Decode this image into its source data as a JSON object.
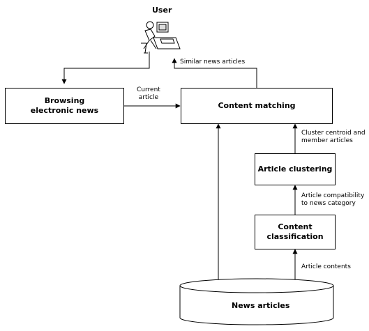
{
  "user_label": "User",
  "nodes": {
    "browsing": "Browsing\nelectronic news",
    "matching": "Content matching",
    "clustering": "Article clustering",
    "classification": "Content\nclassification",
    "news_db": "News articles"
  },
  "edges": {
    "similar": "Similar news articles",
    "current": "Current\narticle",
    "centroid": "Cluster centroid and\nmember articles",
    "compat": "Article compatibility\nto news category",
    "contents": "Article contents"
  }
}
